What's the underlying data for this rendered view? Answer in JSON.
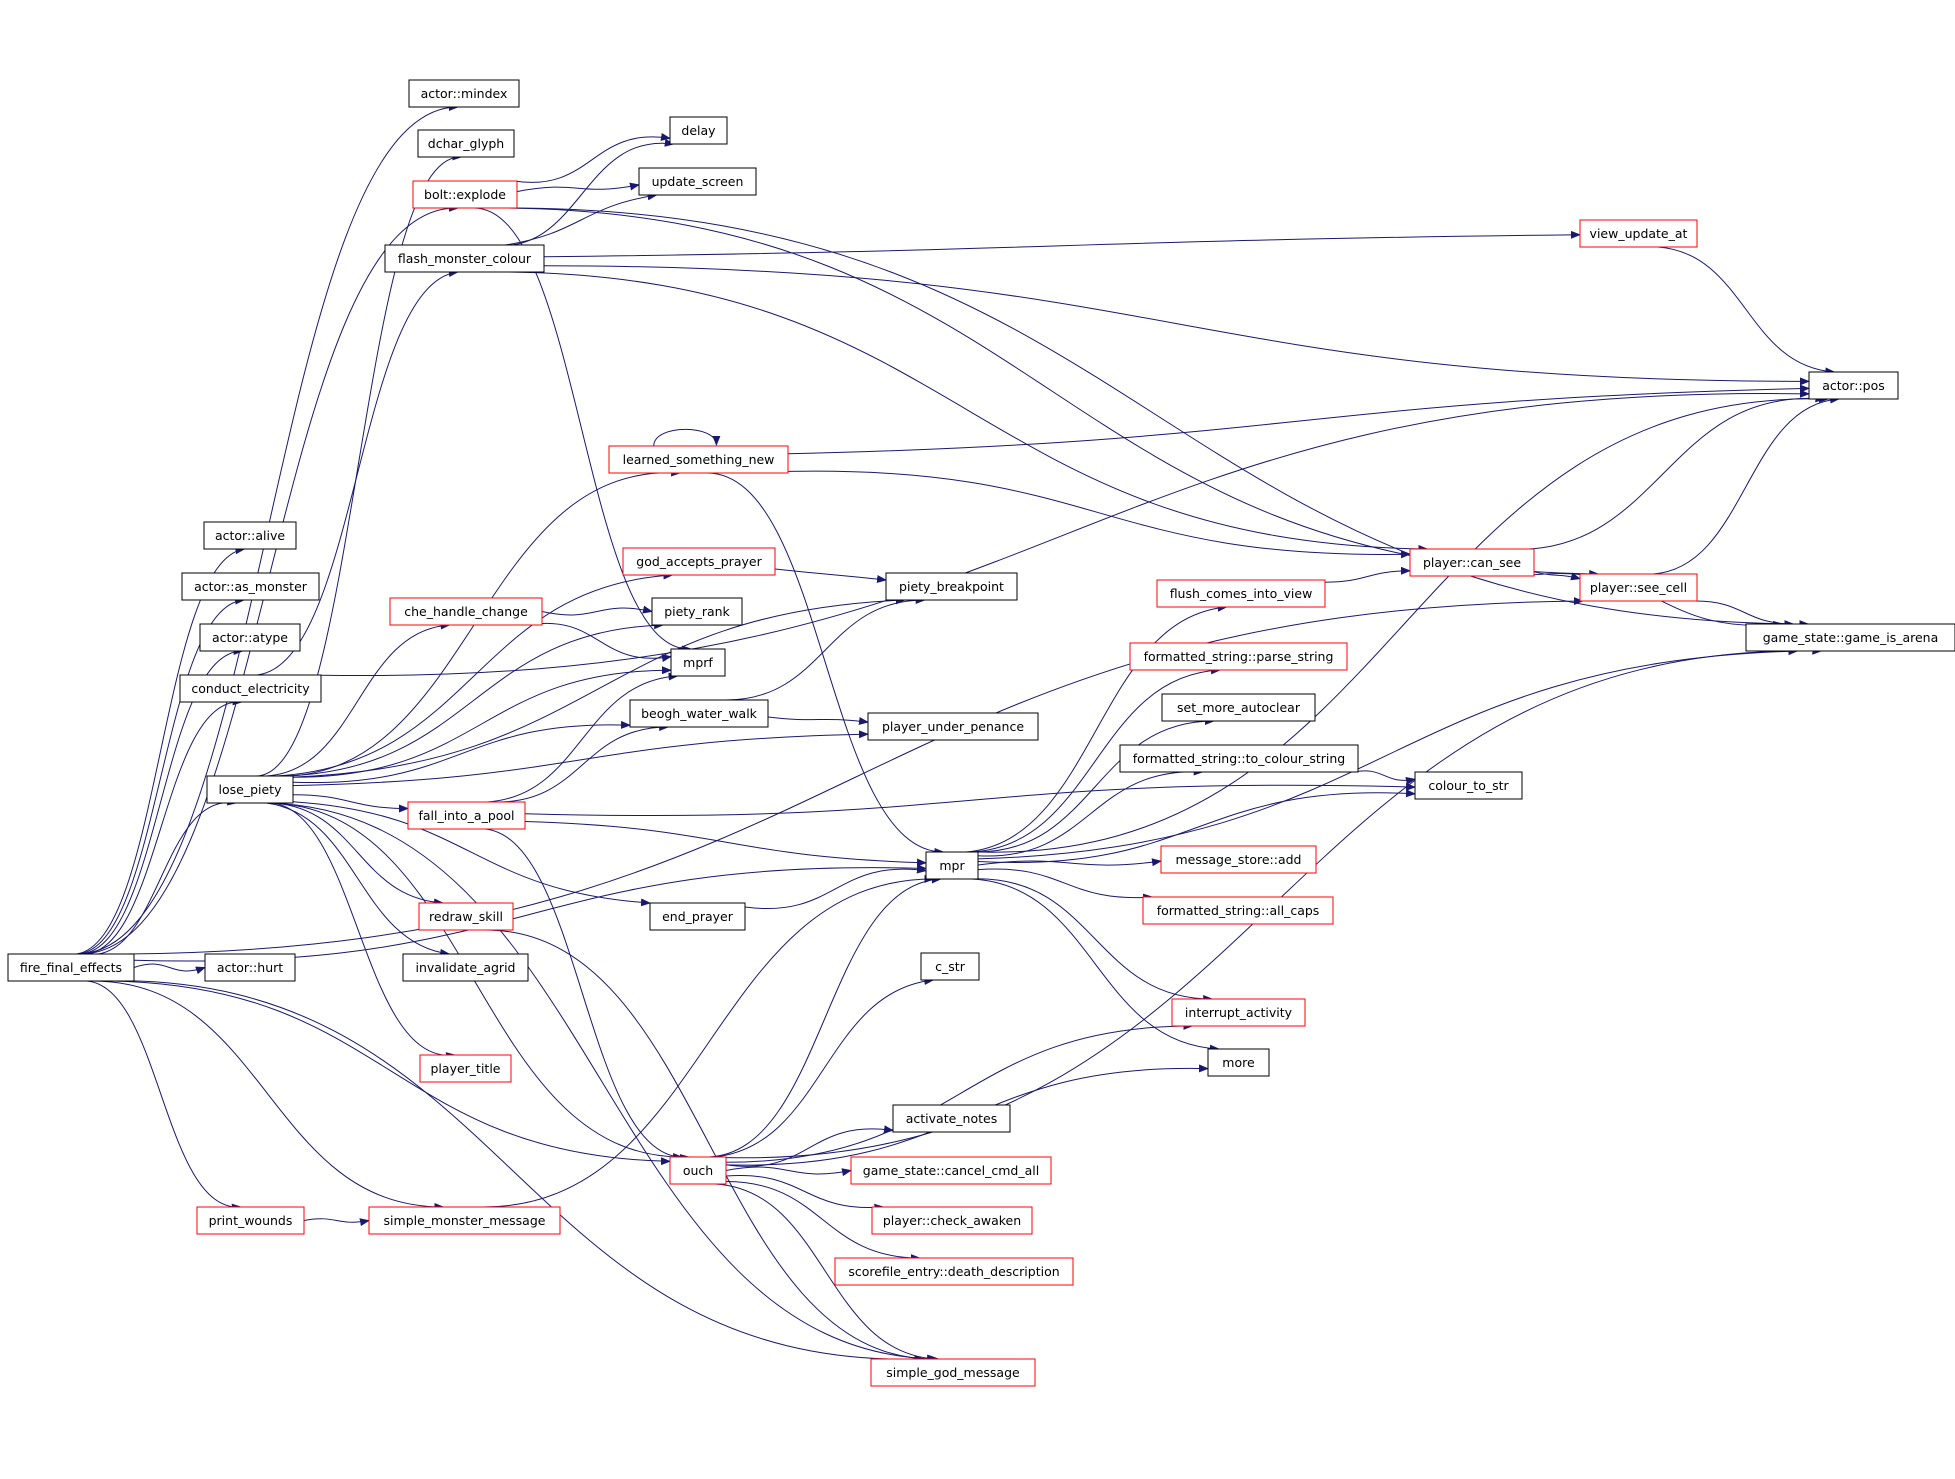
{
  "colors": {
    "edge": "#191970",
    "border_complete": "#000000",
    "border_truncated": "#ff0000",
    "root_fill": "#bfbfbf",
    "background": "#ffffff"
  },
  "nodes": [
    {
      "id": "fire_final_effects",
      "label": "fire_final_effects",
      "style": "root"
    },
    {
      "id": "actor_alive",
      "label": "actor::alive",
      "style": "complete"
    },
    {
      "id": "actor_as_monster",
      "label": "actor::as_monster",
      "style": "complete"
    },
    {
      "id": "actor_atype",
      "label": "actor::atype",
      "style": "complete"
    },
    {
      "id": "conduct_electricity",
      "label": "conduct_electricity",
      "style": "complete"
    },
    {
      "id": "lose_piety",
      "label": "lose_piety",
      "style": "complete"
    },
    {
      "id": "actor_hurt",
      "label": "actor::hurt",
      "style": "complete"
    },
    {
      "id": "print_wounds",
      "label": "print_wounds",
      "style": "truncated"
    },
    {
      "id": "simple_monster_message",
      "label": "simple_monster_message",
      "style": "truncated"
    },
    {
      "id": "actor_mindex",
      "label": "actor::mindex",
      "style": "complete"
    },
    {
      "id": "dchar_glyph",
      "label": "dchar_glyph",
      "style": "complete"
    },
    {
      "id": "bolt_explode",
      "label": "bolt::explode",
      "style": "truncated"
    },
    {
      "id": "flash_monster_colour",
      "label": "flash_monster_colour",
      "style": "complete"
    },
    {
      "id": "learned_something_new",
      "label": "learned_something_new",
      "style": "truncated"
    },
    {
      "id": "god_accepts_prayer",
      "label": "god_accepts_prayer",
      "style": "truncated"
    },
    {
      "id": "che_handle_change",
      "label": "che_handle_change",
      "style": "truncated"
    },
    {
      "id": "fall_into_a_pool",
      "label": "fall_into_a_pool",
      "style": "truncated"
    },
    {
      "id": "redraw_skill",
      "label": "redraw_skill",
      "style": "truncated"
    },
    {
      "id": "invalidate_agrid",
      "label": "invalidate_agrid",
      "style": "complete"
    },
    {
      "id": "player_title",
      "label": "player_title",
      "style": "truncated"
    },
    {
      "id": "delay",
      "label": "delay",
      "style": "complete"
    },
    {
      "id": "update_screen",
      "label": "update_screen",
      "style": "complete"
    },
    {
      "id": "piety_rank",
      "label": "piety_rank",
      "style": "complete"
    },
    {
      "id": "mprf",
      "label": "mprf",
      "style": "complete"
    },
    {
      "id": "beogh_water_walk",
      "label": "beogh_water_walk",
      "style": "complete"
    },
    {
      "id": "end_prayer",
      "label": "end_prayer",
      "style": "complete"
    },
    {
      "id": "ouch",
      "label": "ouch",
      "style": "truncated"
    },
    {
      "id": "piety_breakpoint",
      "label": "piety_breakpoint",
      "style": "complete"
    },
    {
      "id": "player_under_penance",
      "label": "player_under_penance",
      "style": "complete"
    },
    {
      "id": "mpr",
      "label": "mpr",
      "style": "complete"
    },
    {
      "id": "view_update_at",
      "label": "view_update_at",
      "style": "truncated"
    },
    {
      "id": "flush_comes_into_view",
      "label": "flush_comes_into_view",
      "style": "truncated"
    },
    {
      "id": "formatted_string_parse_string",
      "label": "formatted_string::parse_string",
      "style": "truncated"
    },
    {
      "id": "set_more_autoclear",
      "label": "set_more_autoclear",
      "style": "complete"
    },
    {
      "id": "formatted_string_to_colour_string",
      "label": "formatted_string::to_colour_string",
      "style": "complete"
    },
    {
      "id": "message_store_add",
      "label": "message_store::add",
      "style": "truncated"
    },
    {
      "id": "formatted_string_all_caps",
      "label": "formatted_string::all_caps",
      "style": "truncated"
    },
    {
      "id": "c_str",
      "label": "c_str",
      "style": "complete"
    },
    {
      "id": "interrupt_activity",
      "label": "interrupt_activity",
      "style": "truncated"
    },
    {
      "id": "more",
      "label": "more",
      "style": "complete"
    },
    {
      "id": "activate_notes",
      "label": "activate_notes",
      "style": "complete"
    },
    {
      "id": "game_state_cancel_cmd_all",
      "label": "game_state::cancel_cmd_all",
      "style": "truncated"
    },
    {
      "id": "player_check_awaken",
      "label": "player::check_awaken",
      "style": "truncated"
    },
    {
      "id": "scorefile_entry_death_description",
      "label": "scorefile_entry::death_description",
      "style": "truncated"
    },
    {
      "id": "simple_god_message",
      "label": "simple_god_message",
      "style": "truncated"
    },
    {
      "id": "player_can_see",
      "label": "player::can_see",
      "style": "truncated"
    },
    {
      "id": "player_see_cell",
      "label": "player::see_cell",
      "style": "truncated"
    },
    {
      "id": "colour_to_str",
      "label": "colour_to_str",
      "style": "complete"
    },
    {
      "id": "actor_pos",
      "label": "actor::pos",
      "style": "complete"
    },
    {
      "id": "game_state_game_is_arena",
      "label": "game_state::game_is_arena",
      "style": "complete"
    }
  ],
  "edges": [
    [
      "fire_final_effects",
      "actor_alive"
    ],
    [
      "fire_final_effects",
      "actor_as_monster"
    ],
    [
      "fire_final_effects",
      "actor_atype"
    ],
    [
      "fire_final_effects",
      "conduct_electricity"
    ],
    [
      "fire_final_effects",
      "lose_piety"
    ],
    [
      "fire_final_effects",
      "actor_hurt"
    ],
    [
      "fire_final_effects",
      "print_wounds"
    ],
    [
      "fire_final_effects",
      "simple_monster_message"
    ],
    [
      "fire_final_effects",
      "ouch"
    ],
    [
      "fire_final_effects",
      "mpr"
    ],
    [
      "fire_final_effects",
      "simple_god_message"
    ],
    [
      "fire_final_effects",
      "player_see_cell"
    ],
    [
      "fire_final_effects",
      "actor_mindex"
    ],
    [
      "fire_final_effects",
      "bolt_explode"
    ],
    [
      "conduct_electricity",
      "actor_pos"
    ],
    [
      "conduct_electricity",
      "flash_monster_colour"
    ],
    [
      "print_wounds",
      "simple_monster_message"
    ],
    [
      "simple_monster_message",
      "mpr"
    ],
    [
      "lose_piety",
      "dchar_glyph"
    ],
    [
      "lose_piety",
      "learned_something_new"
    ],
    [
      "lose_piety",
      "god_accepts_prayer"
    ],
    [
      "lose_piety",
      "che_handle_change"
    ],
    [
      "lose_piety",
      "fall_into_a_pool"
    ],
    [
      "lose_piety",
      "redraw_skill"
    ],
    [
      "lose_piety",
      "invalidate_agrid"
    ],
    [
      "lose_piety",
      "player_title"
    ],
    [
      "lose_piety",
      "piety_rank"
    ],
    [
      "lose_piety",
      "mprf"
    ],
    [
      "lose_piety",
      "beogh_water_walk"
    ],
    [
      "lose_piety",
      "end_prayer"
    ],
    [
      "lose_piety",
      "piety_breakpoint"
    ],
    [
      "lose_piety",
      "player_under_penance"
    ],
    [
      "lose_piety",
      "ouch"
    ],
    [
      "lose_piety",
      "simple_god_message"
    ],
    [
      "bolt_explode",
      "delay"
    ],
    [
      "bolt_explode",
      "update_screen"
    ],
    [
      "bolt_explode",
      "mprf"
    ],
    [
      "bolt_explode",
      "game_state_game_is_arena"
    ],
    [
      "bolt_explode",
      "player_see_cell"
    ],
    [
      "flash_monster_colour",
      "delay"
    ],
    [
      "flash_monster_colour",
      "update_screen"
    ],
    [
      "flash_monster_colour",
      "view_update_at"
    ],
    [
      "flash_monster_colour",
      "actor_pos"
    ],
    [
      "flash_monster_colour",
      "player_can_see"
    ],
    [
      "learned_something_new",
      "learned_something_new"
    ],
    [
      "learned_something_new",
      "actor_pos"
    ],
    [
      "learned_something_new",
      "player_can_see"
    ],
    [
      "learned_something_new",
      "mpr"
    ],
    [
      "god_accepts_prayer",
      "piety_breakpoint"
    ],
    [
      "che_handle_change",
      "piety_rank"
    ],
    [
      "che_handle_change",
      "mprf"
    ],
    [
      "fall_into_a_pool",
      "mprf"
    ],
    [
      "fall_into_a_pool",
      "beogh_water_walk"
    ],
    [
      "fall_into_a_pool",
      "mpr"
    ],
    [
      "fall_into_a_pool",
      "colour_to_str"
    ],
    [
      "fall_into_a_pool",
      "ouch"
    ],
    [
      "redraw_skill",
      "simple_god_message"
    ],
    [
      "beogh_water_walk",
      "piety_breakpoint"
    ],
    [
      "beogh_water_walk",
      "player_under_penance"
    ],
    [
      "end_prayer",
      "mpr"
    ],
    [
      "ouch",
      "c_str"
    ],
    [
      "ouch",
      "mpr"
    ],
    [
      "ouch",
      "interrupt_activity"
    ],
    [
      "ouch",
      "more"
    ],
    [
      "ouch",
      "activate_notes"
    ],
    [
      "ouch",
      "game_state_cancel_cmd_all"
    ],
    [
      "ouch",
      "player_check_awaken"
    ],
    [
      "ouch",
      "scorefile_entry_death_description"
    ],
    [
      "ouch",
      "simple_god_message"
    ],
    [
      "ouch",
      "game_state_game_is_arena"
    ],
    [
      "mpr",
      "flush_comes_into_view"
    ],
    [
      "mpr",
      "formatted_string_parse_string"
    ],
    [
      "mpr",
      "set_more_autoclear"
    ],
    [
      "mpr",
      "formatted_string_to_colour_string"
    ],
    [
      "mpr",
      "colour_to_str"
    ],
    [
      "mpr",
      "message_store_add"
    ],
    [
      "mpr",
      "formatted_string_all_caps"
    ],
    [
      "mpr",
      "interrupt_activity"
    ],
    [
      "mpr",
      "more"
    ],
    [
      "mpr",
      "actor_pos"
    ],
    [
      "mpr",
      "game_state_game_is_arena"
    ],
    [
      "formatted_string_to_colour_string",
      "colour_to_str"
    ],
    [
      "flush_comes_into_view",
      "player_can_see"
    ],
    [
      "player_can_see",
      "player_see_cell"
    ],
    [
      "player_can_see",
      "actor_pos"
    ],
    [
      "player_can_see",
      "game_state_game_is_arena"
    ],
    [
      "player_see_cell",
      "actor_pos"
    ],
    [
      "player_see_cell",
      "game_state_game_is_arena"
    ],
    [
      "view_update_at",
      "actor_pos"
    ]
  ]
}
